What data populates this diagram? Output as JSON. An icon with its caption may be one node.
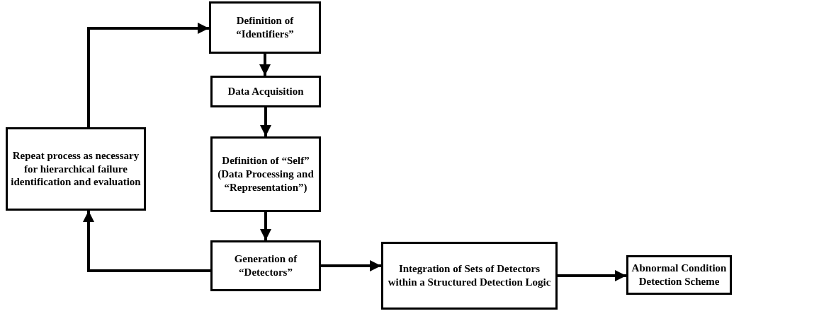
{
  "diagram": {
    "nodes": [
      {
        "text": [
          "Definition of “Identifiers”"
        ]
      },
      {
        "text": [
          "Data Acquisition"
        ]
      },
      {
        "text": [
          "Definition of “Self” (Data Processing and “Representation”)"
        ]
      },
      {
        "text": [
          "Generation of “Detectors”"
        ]
      },
      {
        "text": [
          "Repeat process as necessary for hierarchical failure identification and evaluation"
        ]
      },
      {
        "text": [
          "Integration of Sets of Detectors within a Structured Detection Logic"
        ]
      },
      {
        "text": [
          "Abnormal Condition Detection Scheme"
        ]
      }
    ],
    "edges": [
      {
        "from": 0,
        "to": 1,
        "arrow": "to"
      },
      {
        "from": 1,
        "to": 2,
        "arrow": "to"
      },
      {
        "from": 2,
        "to": 3,
        "arrow": "to"
      },
      {
        "from": 3,
        "to": 5,
        "arrow": "to"
      },
      {
        "from": 5,
        "to": 6,
        "arrow": "to"
      },
      {
        "from": 3,
        "to": 4,
        "arrow": "to"
      },
      {
        "from": 4,
        "to": 0,
        "arrow": "to"
      }
    ]
  }
}
